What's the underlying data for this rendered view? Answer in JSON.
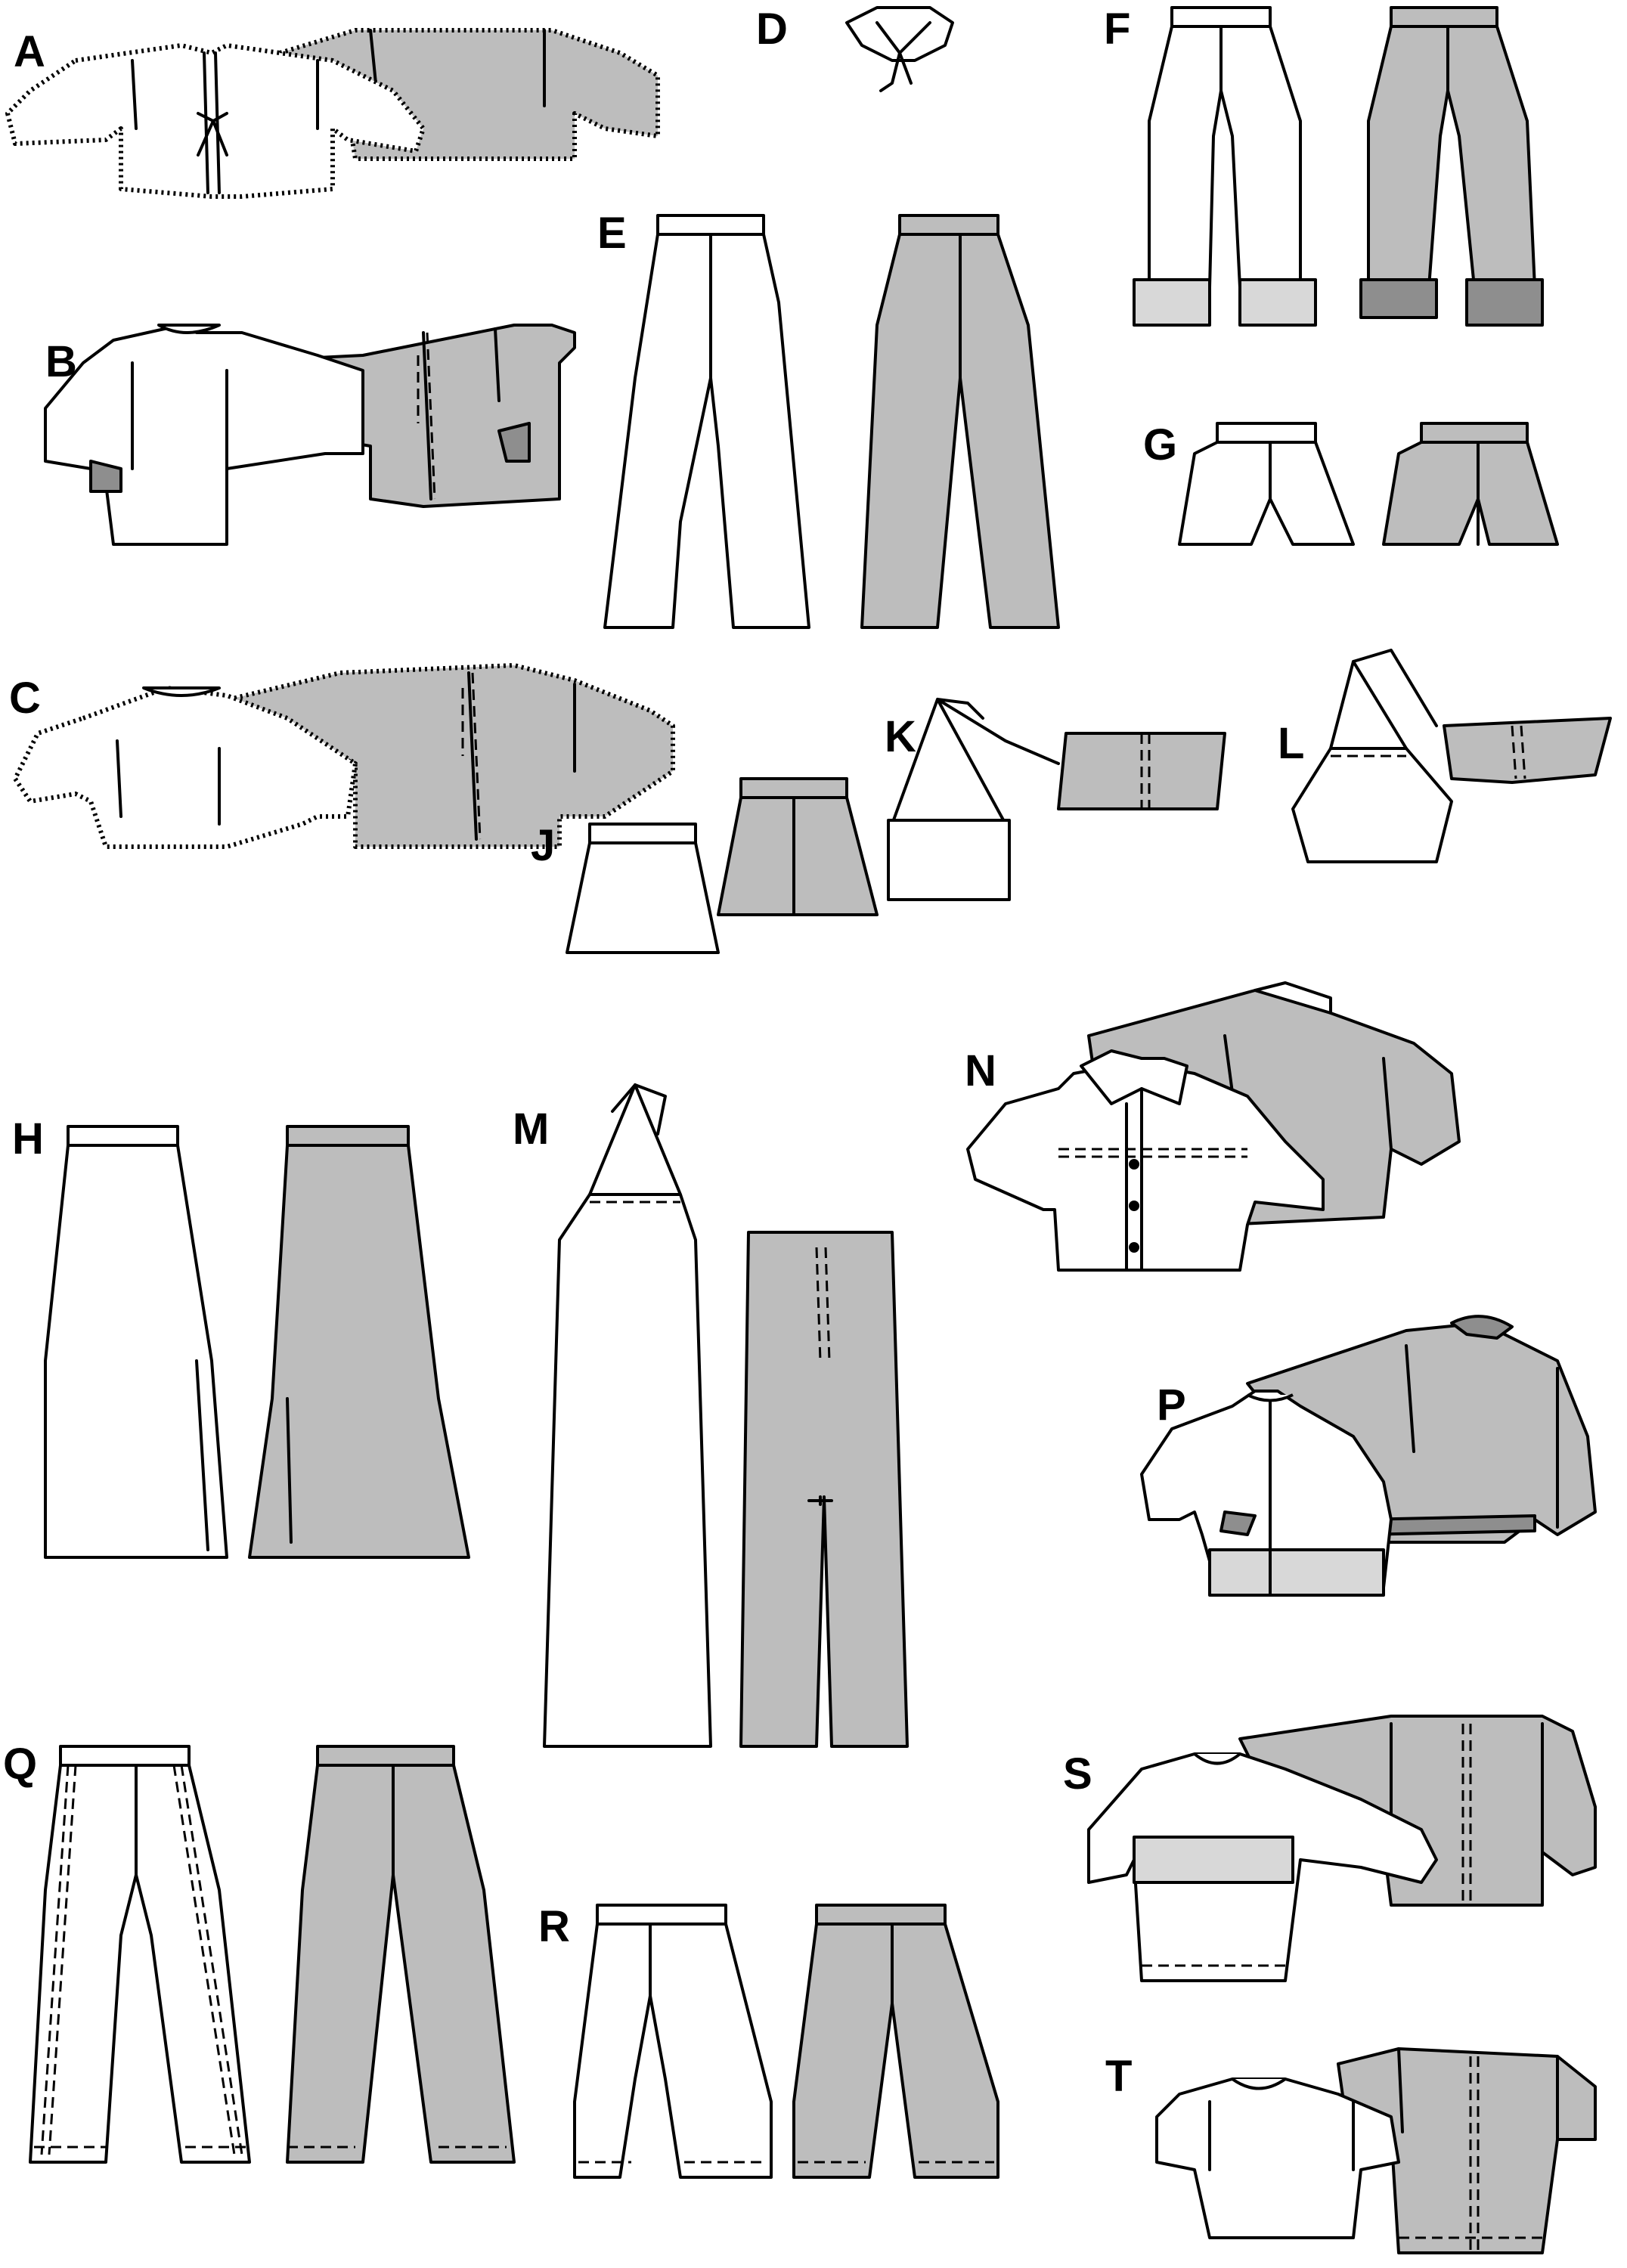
{
  "labels": {
    "A": "A",
    "B": "B",
    "C": "C",
    "D": "D",
    "E": "E",
    "F": "F",
    "G": "G",
    "H": "H",
    "J": "J",
    "K": "K",
    "L": "L",
    "M": "M",
    "N": "N",
    "P": "P",
    "Q": "Q",
    "R": "R",
    "S": "S",
    "T": "T"
  },
  "colors": {
    "fill_front": "#ffffff",
    "fill_back": "#bdbdbd",
    "fill_cuff_light": "#d8d8d8",
    "fill_cuff_dark": "#8e8e8e",
    "outline": "#000000"
  }
}
